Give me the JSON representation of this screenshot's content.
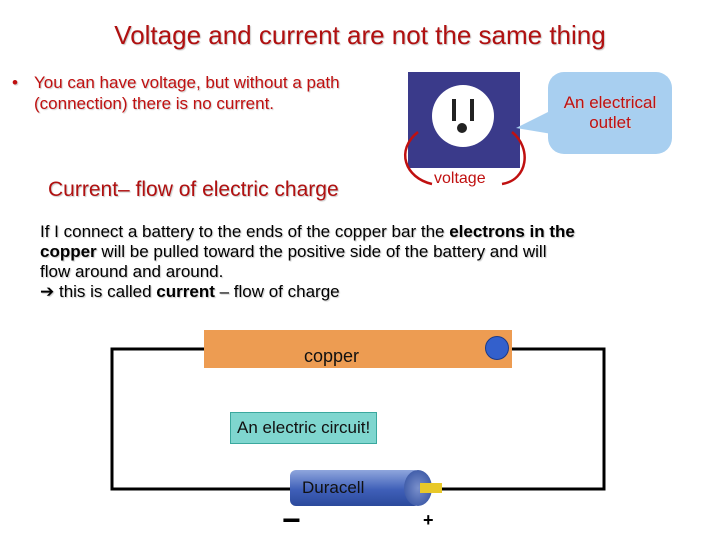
{
  "title": "Voltage and current are not the same thing",
  "bullet": {
    "symbol": "•",
    "text": "You can have voltage, but without a path (connection) there is no current."
  },
  "callout": {
    "text": "An electrical outlet"
  },
  "current_heading": "Current– flow of electric charge",
  "voltage_label": "voltage",
  "paragraph": {
    "intro": "If I connect a battery to the ends of the copper bar the ",
    "bold1": "electrons in the copper",
    "mid": " will be pulled toward the positive side of the battery and will flow around and around.",
    "arrow": "➔",
    "pre_current": " this is called ",
    "bold2": "current",
    "post_current": " – flow of charge"
  },
  "circuit": {
    "copper_label": "copper",
    "circuit_label": "An electric circuit!",
    "battery_label": "Duracell",
    "minus": "−",
    "plus": "+"
  },
  "colors": {
    "title_red": "#b01010",
    "copper": "#ed9c52",
    "outlet_blue": "#3a3a8a",
    "callout_blue": "#a8cff0",
    "circuit_label_bg": "#7fd6cf",
    "electron": "#3360cc",
    "battery_terminal": "#e8c82a",
    "voltage_wire": "#c01010"
  },
  "icons": {
    "outlet": "electrical-outlet-icon",
    "electron": "electron-dot",
    "battery": "battery-icon"
  }
}
